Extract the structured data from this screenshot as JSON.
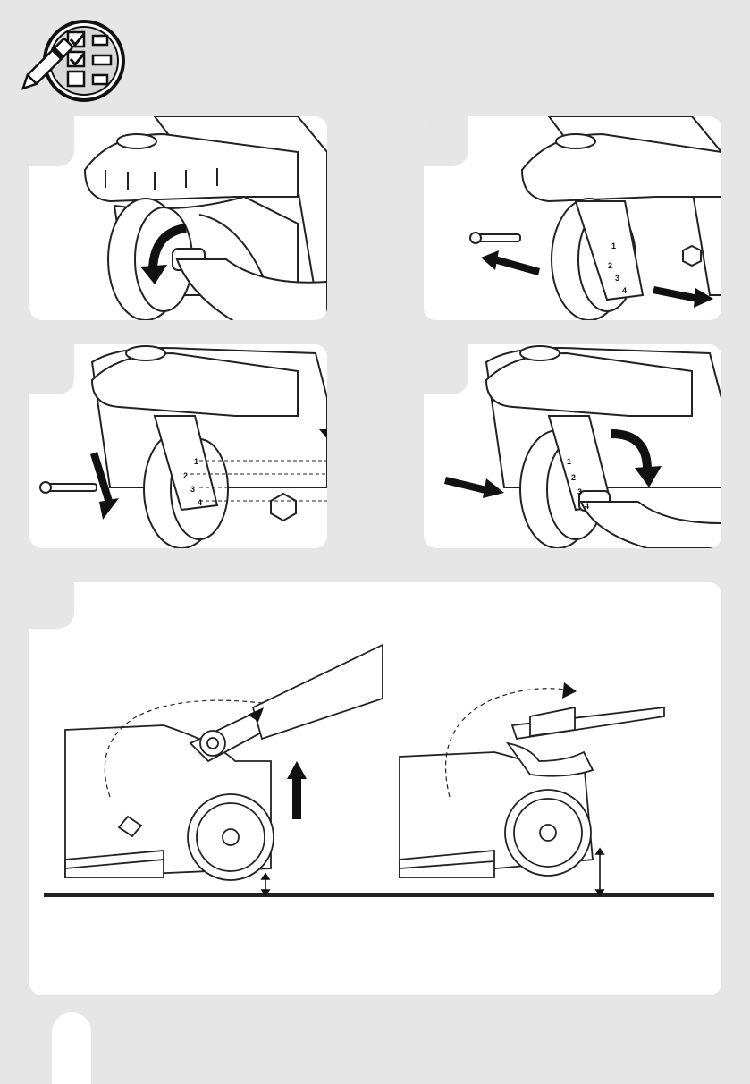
{
  "colors": {
    "background": "#e6e6e6",
    "panel": "#ffffff",
    "line": "#222222"
  },
  "header": {
    "icon": "checklist-pen-icon"
  },
  "steps": [
    {
      "icon": "rotate-knob-icon",
      "hole_labels": []
    },
    {
      "icon": "remove-axle-icon",
      "hole_labels": [
        "1",
        "2",
        "3",
        "4"
      ]
    },
    {
      "icon": "insert-axle-icon",
      "hole_labels": [
        "1",
        "2",
        "3",
        "4"
      ]
    },
    {
      "icon": "tighten-knob-icon",
      "hole_labels": [
        "1",
        "2",
        "3",
        "4"
      ]
    }
  ],
  "height_panel": {
    "left_icon": "wheel-raise-icon",
    "right_icon": "wheel-lower-icon"
  }
}
